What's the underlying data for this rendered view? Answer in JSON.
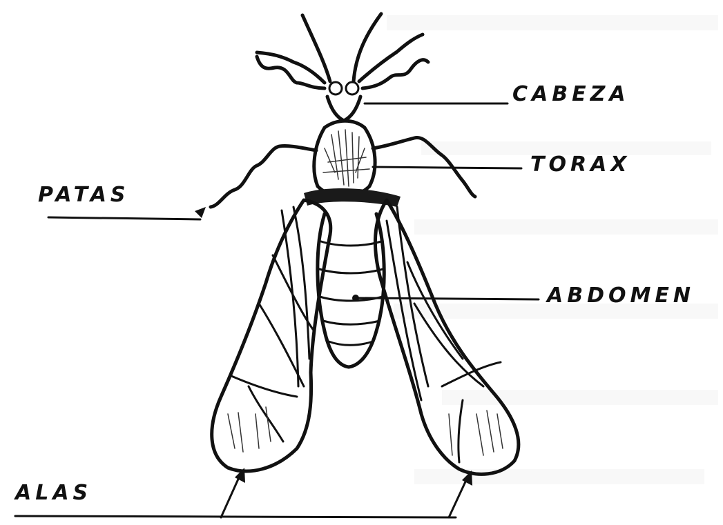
{
  "labels": {
    "cabeza": "CABEZA",
    "torax": "TORAX",
    "patas": "PATAS",
    "abdomen": "ABDOMEN",
    "alas": "ALAS"
  },
  "bleed_through_lines": [
    "",
    "",
    "",
    "",
    "",
    ""
  ]
}
